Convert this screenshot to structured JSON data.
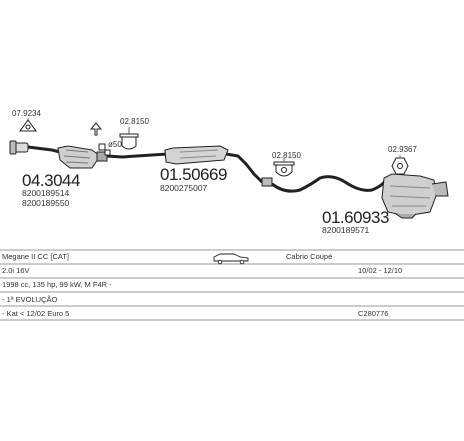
{
  "parts": [
    {
      "code": "04.3044",
      "refs": [
        "8200189514",
        "8200189550"
      ]
    },
    {
      "code": "01.50669",
      "refs": [
        "8200275007"
      ]
    },
    {
      "code": "01.60933",
      "refs": [
        "8200189571"
      ]
    }
  ],
  "hardware": {
    "clamp_1": "07.9234",
    "clamp_2": "02.8150",
    "clamp_3": "02.8150",
    "clamp_4": "02.9367",
    "diameter": "ø50"
  },
  "table": {
    "model": "Megane II CC [CAT]",
    "body_type": "Cabrio Coupé",
    "engine": "2.0i 16V",
    "years": "10/02 - 12/10",
    "specs": "1998 cc, 135 hp, 99 kW, M F4R -",
    "note_1": "- 1ª EVOLUÇÃO",
    "note_2": "- Kat < 12/02 Euro 5",
    "catalog_ref": "C280776"
  }
}
